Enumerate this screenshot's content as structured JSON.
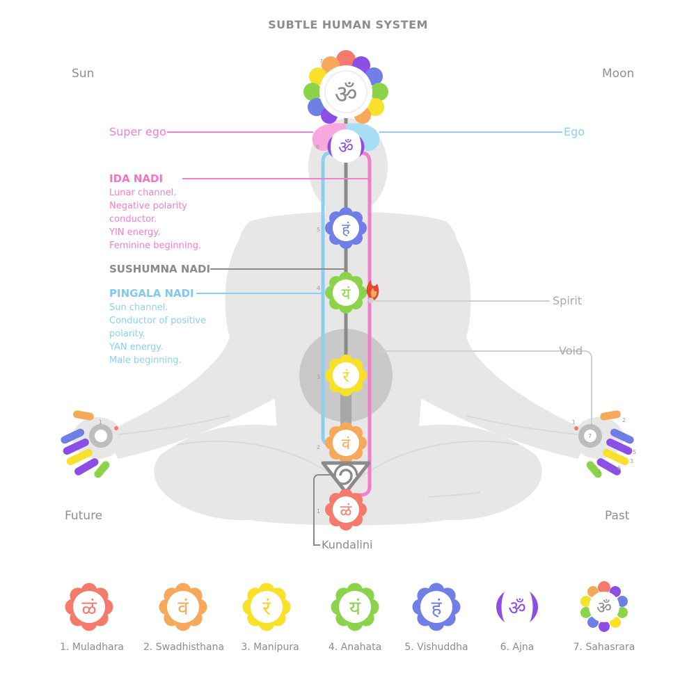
{
  "title": "SUBTLE HUMAN SYSTEM",
  "corners": {
    "sun": "Sun",
    "moon": "Moon",
    "future": "Future",
    "past": "Past"
  },
  "side_labels": {
    "super_ego": "Super ego",
    "ego": "Ego",
    "spirit": "Spirit",
    "void": "Void",
    "kundalini": "Kundalini"
  },
  "ida": {
    "heading": "IDA NADI",
    "lines": [
      "Lunar channel.",
      "Negative polarity",
      "conductor.",
      "YIN energy.",
      "Feminine beginning."
    ]
  },
  "sushumna": {
    "heading": "SUSHUMNA NADI"
  },
  "pingala": {
    "heading": "PINGALA NADI",
    "lines": [
      "Sun channel.",
      "Conductor of positive",
      "polarity.",
      "YAN energy.",
      "Male beginning."
    ]
  },
  "body_chakras": [
    {
      "number": "1",
      "symbol": "ळं"
    },
    {
      "number": "2",
      "symbol": "वं"
    },
    {
      "number": "3",
      "symbol": "रं"
    },
    {
      "number": "4",
      "symbol": "यं"
    },
    {
      "number": "5",
      "symbol": "हं"
    },
    {
      "number": "6",
      "symbol": "ॐ"
    },
    {
      "number": "7",
      "symbol": "ॐ"
    }
  ],
  "hand_numbers": {
    "left": [
      "1"
    ],
    "right": [
      "1",
      "2",
      "3",
      "4",
      "5",
      "6",
      "7"
    ]
  },
  "chakra_legend": [
    {
      "label": "1. Muladhara",
      "symbol": "ळं",
      "color": "#f47a6c"
    },
    {
      "label": "2. Swadhisthana",
      "symbol": "वं",
      "color": "#f7a95b"
    },
    {
      "label": "3. Manipura",
      "symbol": "रं",
      "color": "#f9e02b"
    },
    {
      "label": "4. Anahata",
      "symbol": "यं",
      "color": "#8bd34a"
    },
    {
      "label": "5. Vishuddha",
      "symbol": "हं",
      "color": "#6f7fe6"
    },
    {
      "label": "6. Ajna",
      "symbol": "ॐ",
      "color": "#8d4ee6"
    },
    {
      "label": "7. Sahasrara",
      "symbol": "ॐ",
      "color": "#8c8c8c"
    }
  ],
  "colors": {
    "muladhara": "#f47a6c",
    "swadhisthana": "#f7a95b",
    "manipura": "#f9e02b",
    "anahata": "#8bd34a",
    "vishuddha": "#6f7fe6",
    "ajna": "#8d4ee6",
    "sahasrara_glyph": "#8c8c8c",
    "ida_pink": "#f27fc9",
    "pingala_blue": "#8dcff0",
    "sushumna_grey": "#8a8a8a",
    "body_grey": "#e6e6e6",
    "label_grey": "#8f8f8f"
  },
  "icons": [
    "flame-icon",
    "spiral-triangle-icon",
    "lotus-icon"
  ]
}
